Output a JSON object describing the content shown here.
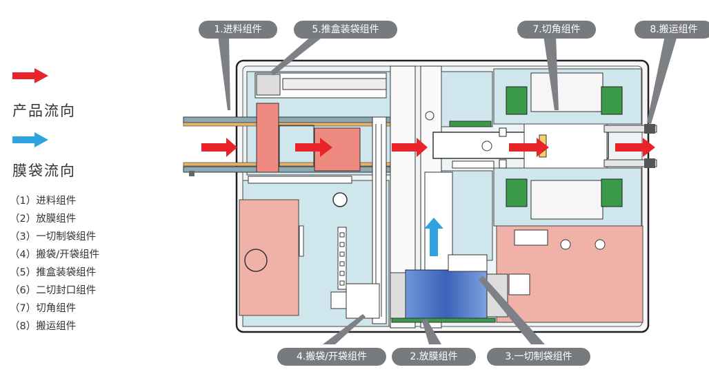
{
  "legend": {
    "product_flow": "产品流向",
    "film_flow": "膜袋流向",
    "colors": {
      "product": "#e8232a",
      "film": "#2fa3e0"
    },
    "items": [
      {
        "num": "（1）",
        "label": "进料组件"
      },
      {
        "num": "（2）",
        "label": "放膜组件"
      },
      {
        "num": "（3）",
        "label": "一切制袋组件"
      },
      {
        "num": "（4）",
        "label": "搬袋/开袋组件"
      },
      {
        "num": "（5）",
        "label": "推盒装袋组件"
      },
      {
        "num": "（6）",
        "label": "二切封口组件"
      },
      {
        "num": "（7）",
        "label": "切角组件"
      },
      {
        "num": "（8）",
        "label": "搬运组件"
      }
    ]
  },
  "callouts": {
    "c1": "1.进料组件",
    "c5": "5.推盒装袋组件",
    "c7": "7.切角组件",
    "c8": "8.搬运组件",
    "c4": "4.搬袋/开袋组件",
    "c2": "2.放膜组件",
    "c3": "3.一切制袋组件"
  },
  "machine_colors": {
    "panel": "#cfe6ec",
    "pink": "#f0b2a8",
    "red_block": "#ee8a80",
    "frame": "#f4f4f4",
    "roll": "#4a73c8",
    "pcb": "#3a9a4a",
    "callout_bg": "#777a7e"
  }
}
